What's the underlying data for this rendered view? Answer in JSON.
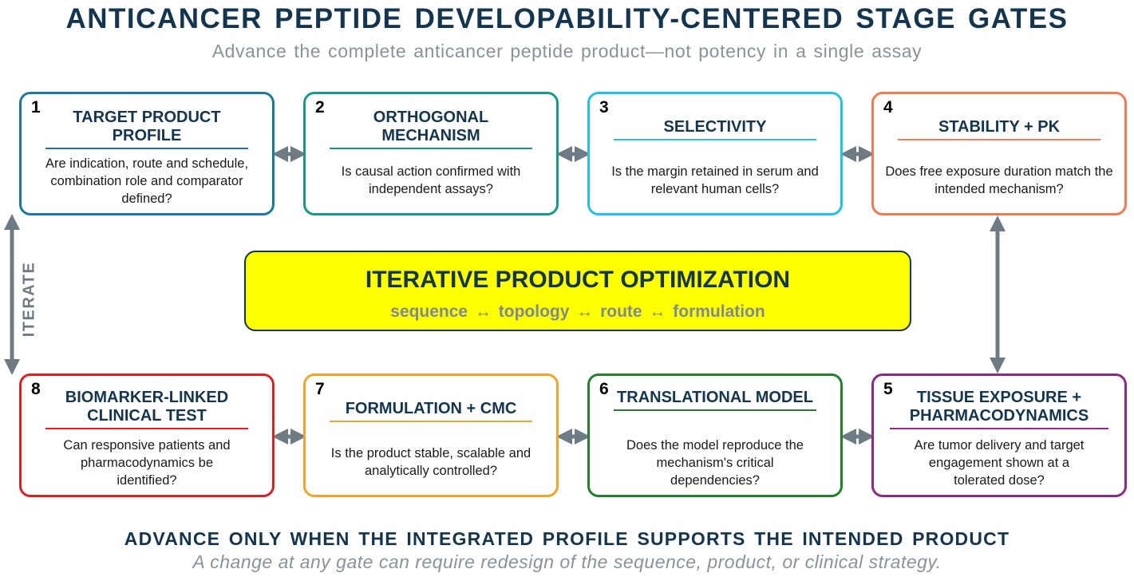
{
  "header": {
    "title": "ANTICANCER PEPTIDE DEVELOPABILITY-CENTERED STAGE GATES",
    "subtitle": "Advance the complete anticancer peptide product—not potency in a single assay"
  },
  "gates": [
    {
      "num": "1",
      "title": "TARGET PRODUCT PROFILE",
      "question": "Are indication, route and schedule, combination role and comparator defined?",
      "color": "#1a78a6"
    },
    {
      "num": "2",
      "title": "ORTHOGONAL MECHANISM",
      "question": "Is causal action confirmed with independent assays?",
      "color": "#15998a"
    },
    {
      "num": "3",
      "title": "SELECTIVITY",
      "question": "Is the margin retained in serum and relevant human cells?",
      "color": "#1fc2e6"
    },
    {
      "num": "4",
      "title": "STABILITY + PK",
      "question": "Does free exposure duration match the intended mechanism?",
      "color": "#f07a54"
    },
    {
      "num": "5",
      "title": "TISSUE EXPOSURE + PHARMACODYNAMICS",
      "question": "Are tumor delivery and target engagement shown at a tolerated dose?",
      "color": "#8b2a80"
    },
    {
      "num": "6",
      "title": "TRANSLATIONAL MODEL",
      "question": "Does the model reproduce the mechanism's critical dependencies?",
      "color": "#23802b"
    },
    {
      "num": "7",
      "title": "FORMULATION + CMC",
      "question": "Is the product stable, scalable and analytically controlled?",
      "color": "#f0a52a"
    },
    {
      "num": "8",
      "title": "BIOMARKER-LINKED CLINICAL TEST",
      "question": "Can responsive patients and pharmacodynamics be identified?",
      "color": "#dd1f1f"
    }
  ],
  "center": {
    "title": "ITERATIVE PRODUCT OPTIMIZATION",
    "subtitle": "sequence ↔ topology ↔ route ↔ formulation"
  },
  "side_label": "ITERATE",
  "footer": {
    "main": "ADVANCE ONLY WHEN THE INTEGRATED PROFILE SUPPORTS THE INTENDED PRODUCT",
    "sub": "A change at any gate can require redesign of the sequence, product, or clinical strategy."
  },
  "colors": {
    "arrow": "#6f7b83",
    "title": "#13354f",
    "center_fill": "#ffff00"
  }
}
